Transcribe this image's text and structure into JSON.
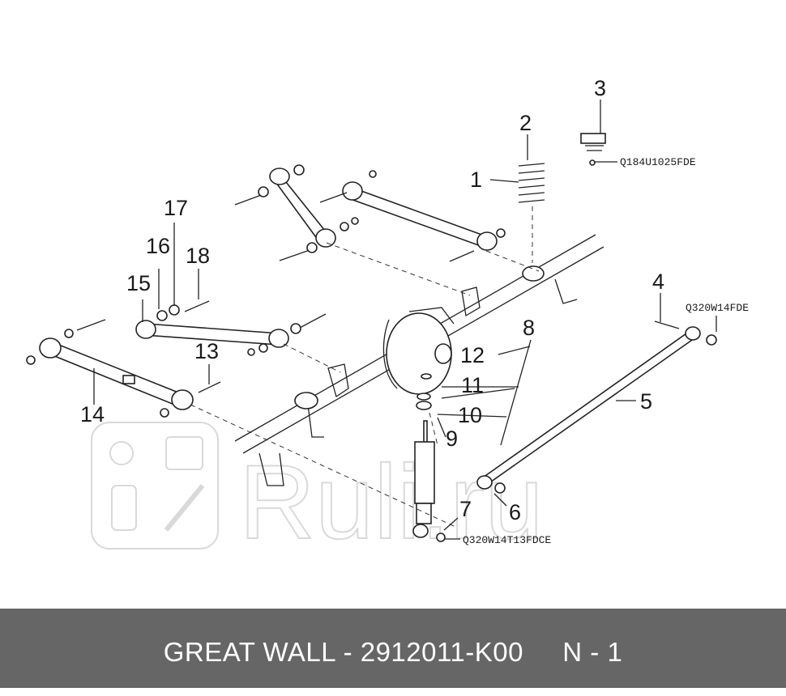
{
  "footer": {
    "text": "GREAT WALL - 2912011-K00     N - 1"
  },
  "watermark": {
    "text": "Ruli.ru",
    "color": "#d9d9d9"
  },
  "callouts": [
    "1",
    "2",
    "3",
    "4",
    "5",
    "6",
    "7",
    "8",
    "9",
    "10",
    "11",
    "12",
    "13",
    "14",
    "15",
    "16",
    "17",
    "18"
  ],
  "codes": {
    "bolt_top": "Q184U1025FDE",
    "bolt_right": "Q320W14FDE",
    "bolt_bottom": "Q320W14T13FDCE"
  },
  "colors": {
    "footer_bg": "#666666",
    "footer_text": "#ffffff",
    "line": "#222222"
  }
}
